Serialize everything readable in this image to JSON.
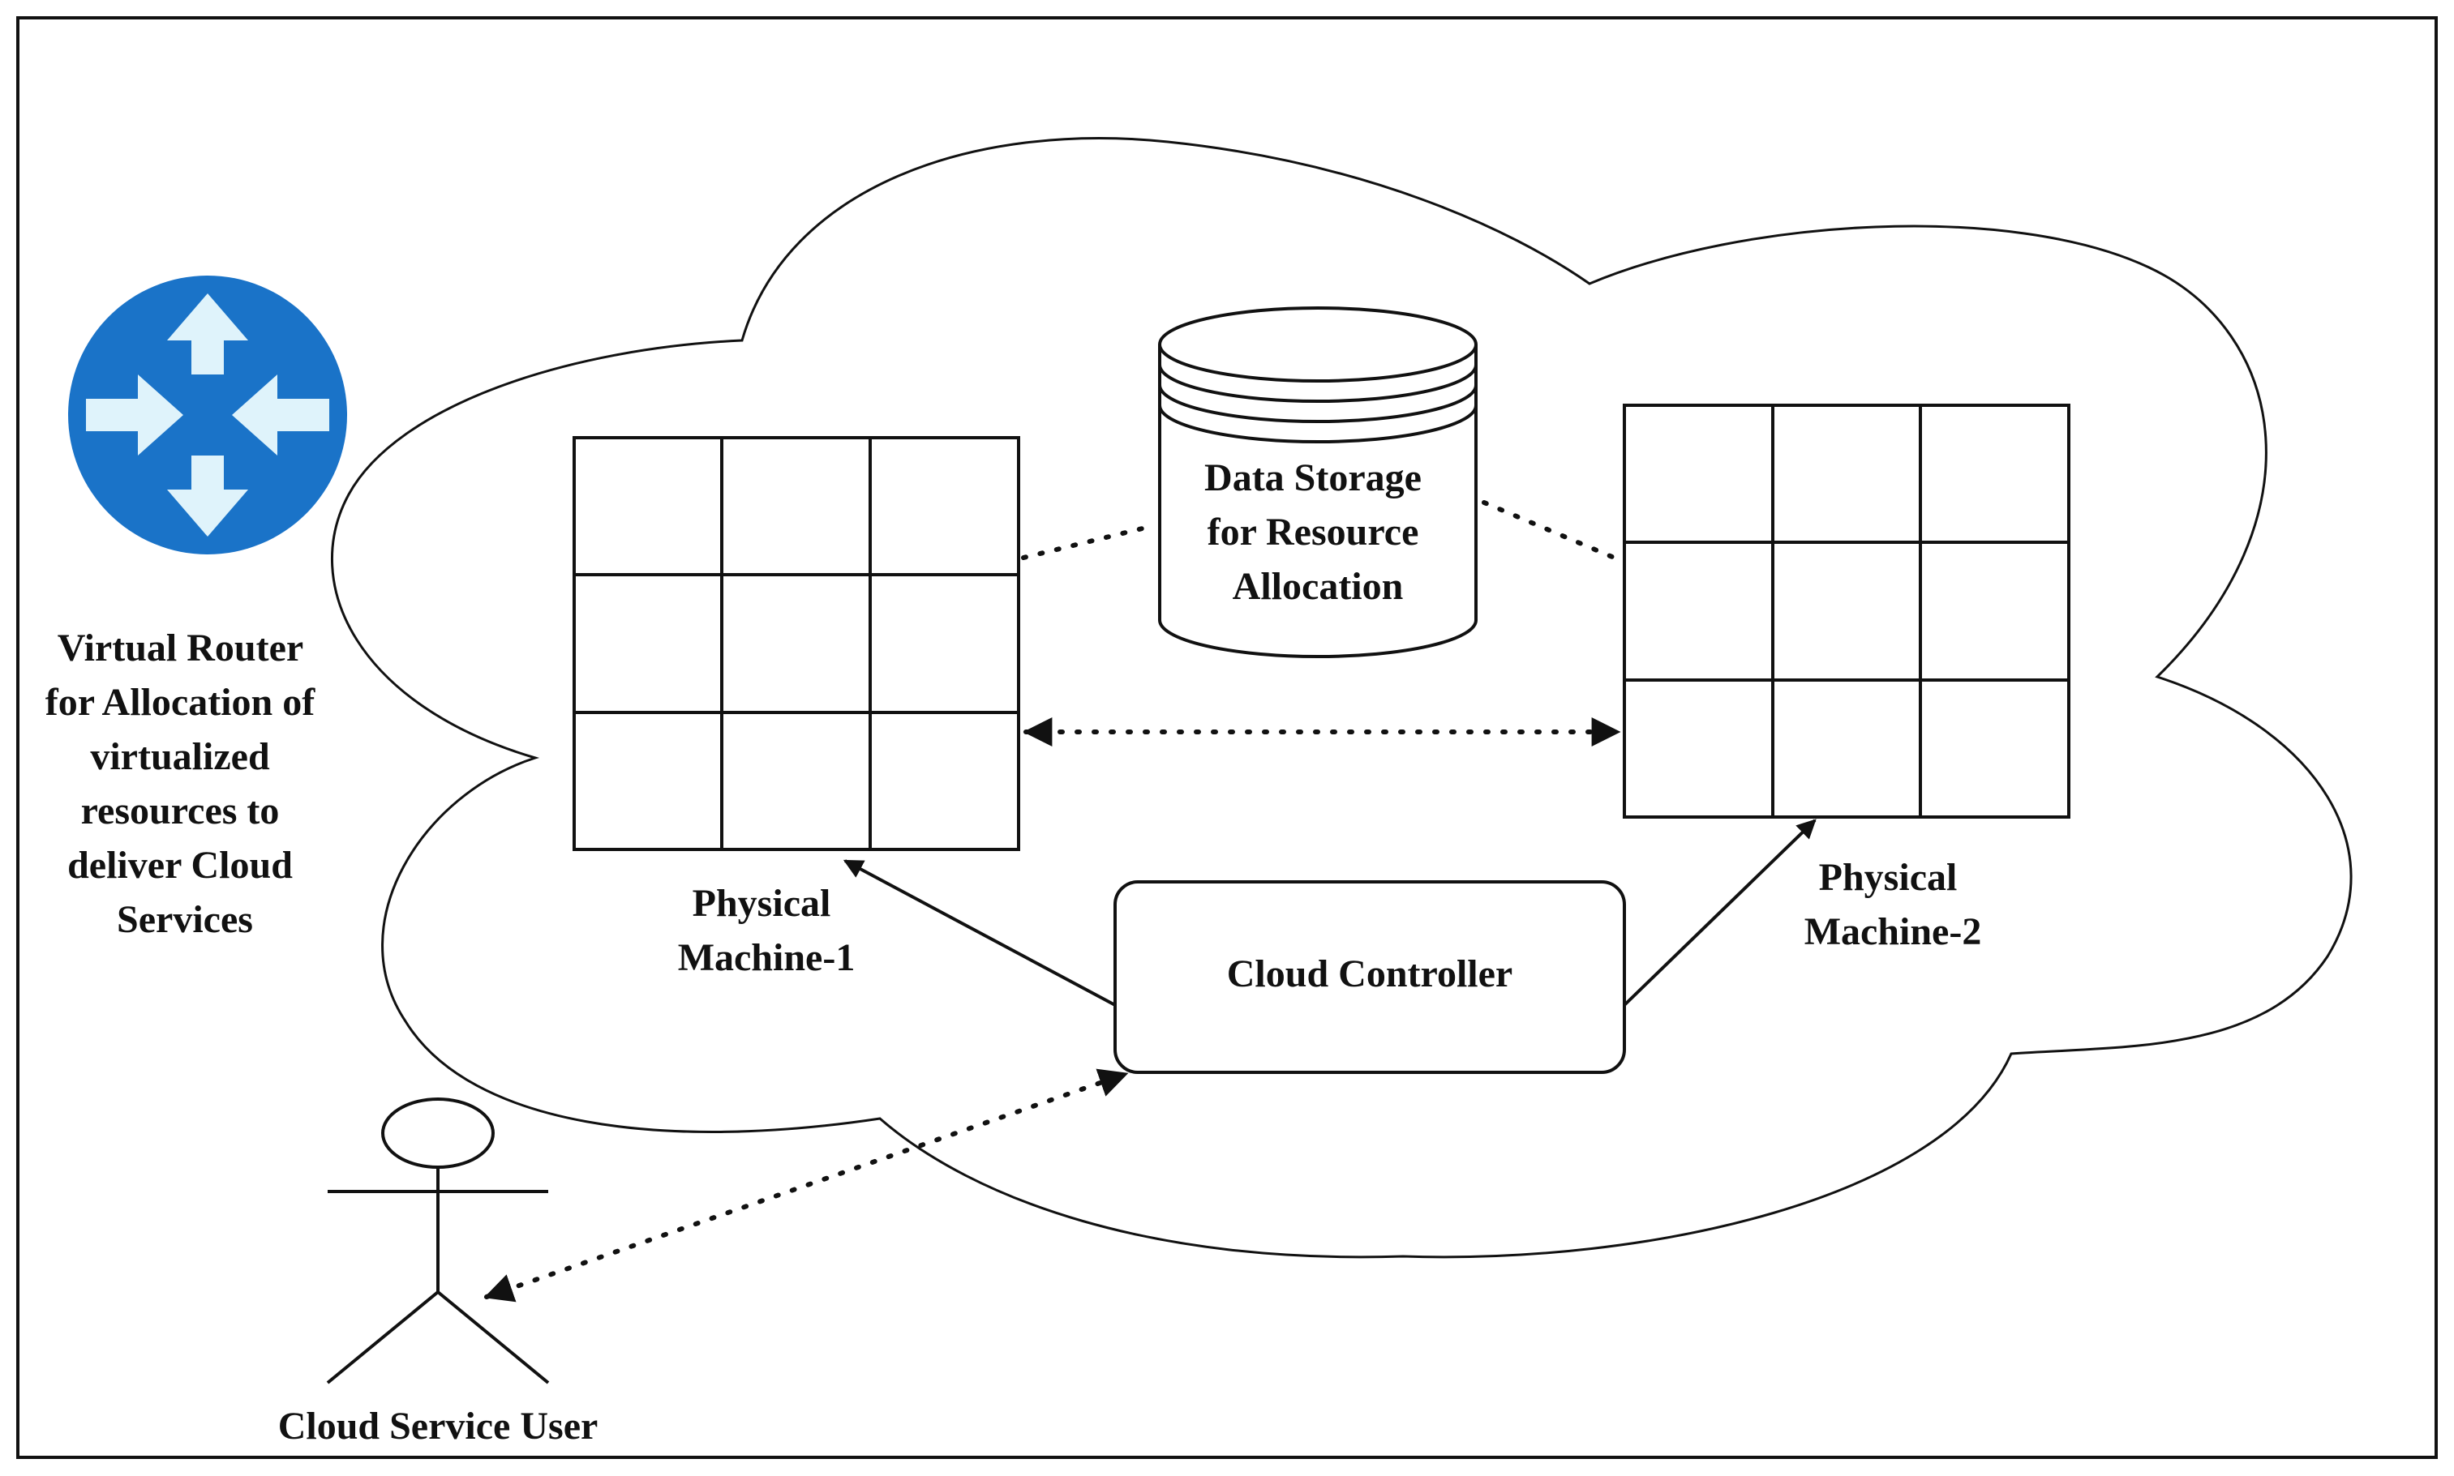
{
  "nodes": {
    "router": {
      "icon": "router-icon",
      "color": "#1a73c8",
      "arrow_color": "#dff3fb",
      "label_lines": [
        "Virtual Router",
        "for Allocation of",
        "virtualized",
        "resources to",
        "deliver Cloud",
        "Services"
      ]
    },
    "storage": {
      "icon": "database-icon",
      "label_lines": [
        "Data Storage",
        "for Resource",
        "Allocation"
      ]
    },
    "machine1": {
      "label_lines": [
        "Physical",
        "Machine-1"
      ]
    },
    "machine2": {
      "label_lines": [
        "Physical",
        "Machine-2"
      ]
    },
    "controller": {
      "label": "Cloud Controller"
    },
    "user": {
      "icon": "actor-icon",
      "label": "Cloud Service User"
    }
  },
  "edges": [
    {
      "from": "machine1",
      "to": "storage",
      "style": "dotted",
      "arrows": "none"
    },
    {
      "from": "storage",
      "to": "machine2",
      "style": "dotted",
      "arrows": "none"
    },
    {
      "from": "machine1",
      "to": "machine2",
      "style": "dotted",
      "arrows": "both"
    },
    {
      "from": "controller",
      "to": "machine1",
      "style": "solid",
      "arrows": "end"
    },
    {
      "from": "controller",
      "to": "machine2",
      "style": "solid",
      "arrows": "end"
    },
    {
      "from": "user",
      "to": "controller",
      "style": "dotted",
      "arrows": "both"
    }
  ],
  "colors": {
    "stroke": "#111111",
    "background": "#ffffff"
  }
}
